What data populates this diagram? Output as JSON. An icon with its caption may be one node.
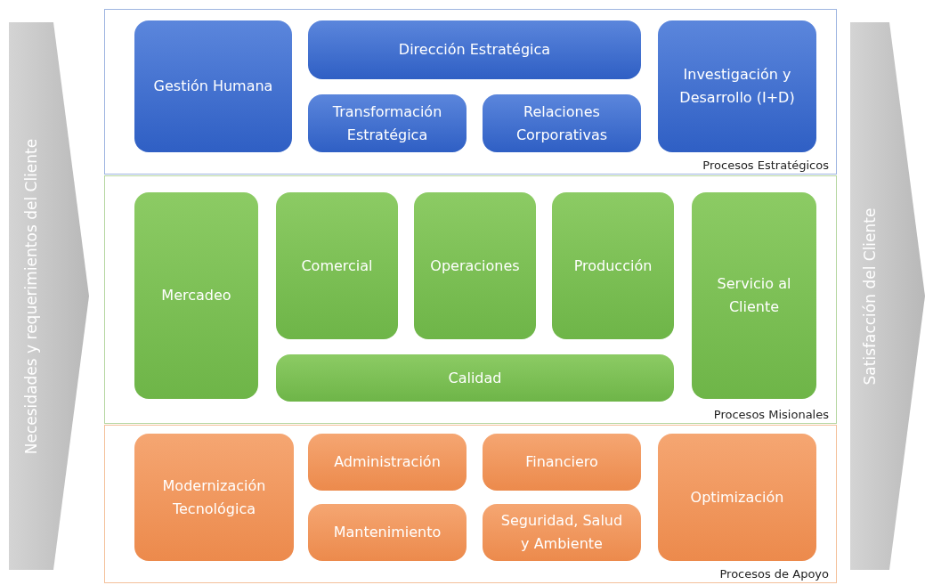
{
  "diagram": {
    "nodes": [
      {
        "text": [
          "Necesidades y requerimientos del Cliente"
        ]
      },
      {
        "text": [
          "Procesos Estratégicos"
        ]
      },
      {
        "text": [
          "Gestión Humana"
        ],
        "in": 1
      },
      {
        "text": [
          "Dirección Estratégica"
        ],
        "in": 1
      },
      {
        "text": [
          "Transformación Estratégica"
        ],
        "in": 1
      },
      {
        "text": [
          "Relaciones Corporativas"
        ],
        "in": 1
      },
      {
        "text": [
          "Investigación y Desarrollo (I+D)"
        ],
        "in": 1
      },
      {
        "text": [
          "Procesos Misionales"
        ]
      },
      {
        "text": [
          "Mercadeo"
        ],
        "in": 7
      },
      {
        "text": [
          "Comercial"
        ],
        "in": 7
      },
      {
        "text": [
          "Operaciones"
        ],
        "in": 7
      },
      {
        "text": [
          "Producción"
        ],
        "in": 7
      },
      {
        "text": [
          "Servicio al Cliente"
        ],
        "in": 7
      },
      {
        "text": [
          "Calidad"
        ],
        "in": 7
      },
      {
        "text": [
          "Procesos de Apoyo"
        ]
      },
      {
        "text": [
          "Modernización Tecnológica"
        ],
        "in": 14
      },
      {
        "text": [
          "Administración"
        ],
        "in": 14
      },
      {
        "text": [
          "Financiero"
        ],
        "in": 14
      },
      {
        "text": [
          "Optimización"
        ],
        "in": 14
      },
      {
        "text": [
          "Mantenimiento"
        ],
        "in": 14
      },
      {
        "text": [
          "Seguridad, Salud y Ambiente"
        ],
        "in": 14
      },
      {
        "text": [
          "Satisfacción del Cliente"
        ]
      }
    ],
    "edges": []
  }
}
